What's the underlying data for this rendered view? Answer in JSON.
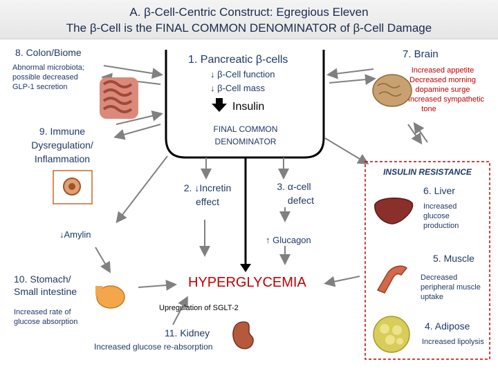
{
  "header": {
    "title_line1": "A.  β-Cell-Centric Construct: Egregious Eleven",
    "title_line2": "The β-Cell is the FINAL COMMON DENOMINATOR of β-Cell Damage"
  },
  "center": {
    "pancreas_title": "1. Pancreatic β-cells",
    "beta_function": "↓ β-Cell function",
    "beta_mass": "↓ β-Cell mass",
    "insulin": "Insulin",
    "final_line1": "FINAL COMMON",
    "final_line2": "DENOMINATOR"
  },
  "nodes": {
    "colon_title": "8. Colon/Biome",
    "colon_desc_1": "Abnormal microbiota;",
    "colon_desc_2": "possible decreased",
    "colon_desc_3": "GLP-1 secretion",
    "immune_1": "9.  Immune",
    "immune_2": "Dysregulation/",
    "immune_3": "Inflammation",
    "incretin_1": "2. ↓Incretin",
    "incretin_2": "effect",
    "alpha_1": "3. α-cell",
    "alpha_2": "defect",
    "amylin": "↓Amylin",
    "glucagon": "↑ Glucagon",
    "stomach_1": "10. Stomach/",
    "stomach_2": "Small intestine",
    "stomach_desc_1": "Increased rate of",
    "stomach_desc_2": "glucose absorption",
    "hyperglycemia": "HYPERGLYCEMIA",
    "sglt2": "Upregulation of SGLT-2",
    "kidney_title": "11.  Kidney",
    "kidney_desc": "Increased glucose re-absorption",
    "brain_title": "7. Brain",
    "brain_desc_1": "Increased  appetite",
    "brain_desc_2": "Decreased morning",
    "brain_desc_3": "dopamine surge",
    "brain_desc_4": "Increased sympathetic",
    "brain_desc_5": "tone"
  },
  "insulin_resistance": {
    "title": "INSULIN RESISTANCE",
    "liver_title": "6. Liver",
    "liver_desc_1": "Increased",
    "liver_desc_2": "glucose",
    "liver_desc_3": "production",
    "muscle_title": "5. Muscle",
    "muscle_desc_1": "Decreased",
    "muscle_desc_2": "peripheral muscle",
    "muscle_desc_3": "uptake",
    "adipose_title": "4. Adipose",
    "adipose_desc": "Increased lipolysis"
  },
  "colors": {
    "label_navy": "#1f3864",
    "hyperglycemia_red": "#c00000",
    "arrow_gray": "#7f7f7f",
    "ir_border": "#c00000"
  }
}
